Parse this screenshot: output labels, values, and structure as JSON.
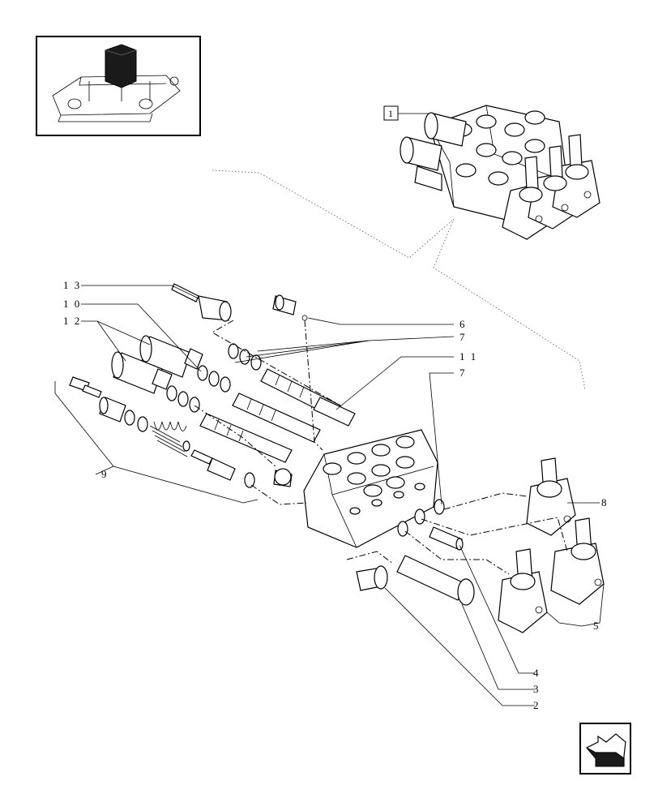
{
  "ref_box": {
    "label": "1"
  },
  "callouts": [
    {
      "id": "13",
      "text": "1 3"
    },
    {
      "id": "10",
      "text": "1 0"
    },
    {
      "id": "12",
      "text": "1 2"
    },
    {
      "id": "6",
      "text": "6"
    },
    {
      "id": "7a",
      "text": "7"
    },
    {
      "id": "11",
      "text": "1 1"
    },
    {
      "id": "7b",
      "text": "7"
    },
    {
      "id": "9",
      "text": "9"
    },
    {
      "id": "8",
      "text": "8"
    },
    {
      "id": "5",
      "text": "5"
    },
    {
      "id": "4",
      "text": "4"
    },
    {
      "id": "3",
      "text": "3"
    },
    {
      "id": "2",
      "text": "2"
    }
  ],
  "colors": {
    "line": "#000000",
    "background": "#ffffff",
    "highlight": "#1a1a1a"
  },
  "icons": {
    "nav": "arrow-icon",
    "locator": "tractor-hitch-thumbnail-icon"
  }
}
